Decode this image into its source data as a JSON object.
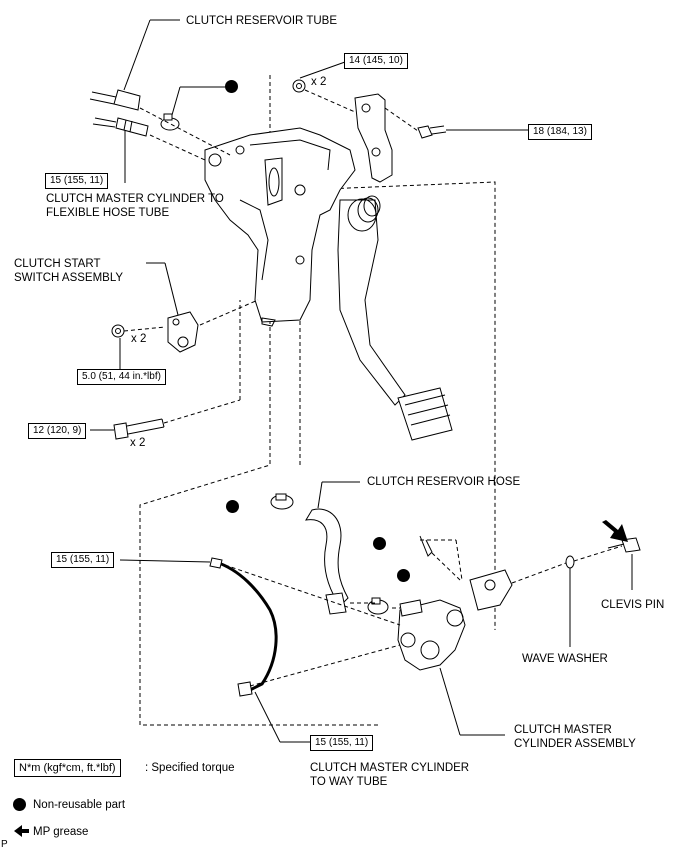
{
  "labels": {
    "reservoir_tube": "CLUTCH RESERVOIR TUBE",
    "master_to_flex_1": "CLUTCH MASTER CYLINDER TO",
    "master_to_flex_2": "FLEXIBLE HOSE TUBE",
    "start_switch_1": "CLUTCH START",
    "start_switch_2": "SWITCH ASSEMBLY",
    "reservoir_hose": "CLUTCH RESERVOIR HOSE",
    "clevis_pin": "CLEVIS PIN",
    "wave_washer": "WAVE WASHER",
    "master_assembly_1": "CLUTCH MASTER",
    "master_assembly_2": "CYLINDER ASSEMBLY",
    "way_tube_1": "CLUTCH MASTER CYLINDER",
    "way_tube_2": "TO WAY TUBE"
  },
  "torques": {
    "t1": "14 (145, 10)",
    "t2": "18 (184, 13)",
    "t3": "15 (155, 11)",
    "t4": "5.0 (51, 44 in.*lbf)",
    "t5": "12 (120, 9)",
    "t6": "15 (155, 11)",
    "t7": "15 (155, 11)"
  },
  "quantities": {
    "q1": "x 2",
    "q2": "x 2",
    "q3": "x 2"
  },
  "legend": {
    "torque_units": "N*m (kgf*cm, ft.*lbf)",
    "torque_desc": ": Specified torque",
    "nonreusable": "Non-reusable part",
    "grease": "MP grease"
  },
  "corner_mark": "P"
}
